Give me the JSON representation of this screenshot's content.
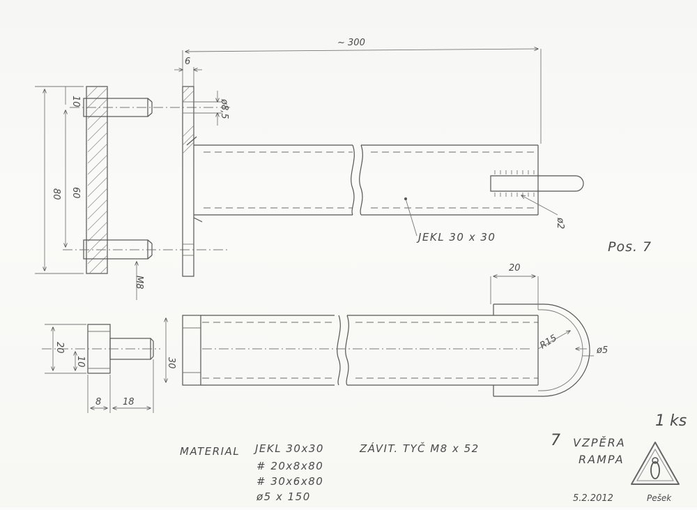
{
  "drawing": {
    "dimensions": {
      "overall_length": "~ 300",
      "plate_thickness": "6",
      "plate_height": "80",
      "bolt_spacing": "60",
      "edge_distance": "10",
      "hole_diameter": "ø8,5",
      "thread": "M8",
      "tube_side": "30",
      "pin_diameter": "ø2",
      "plate_width": "20",
      "half_width": "10",
      "plate_depth": "8",
      "bolt_length": "18",
      "hook_width": "20",
      "bend_radius": "R15",
      "rod_diameter": "ø5"
    },
    "labels": {
      "tube": "JEKL 30 x 30",
      "position": "Pos. 7"
    },
    "notes": {
      "material_label": "MATERIAL",
      "material_tube": "JEKL 30x30",
      "threaded_rod": "ZÁVIT. TYČ M8 x 52",
      "flat_bar_1": "# 20x8x80",
      "flat_bar_2": "# 30x6x80",
      "round_bar": "ø5 x 150"
    },
    "title_block": {
      "number": "7",
      "title_line1": "VZPĚRA",
      "title_line2": "RAMPA",
      "quantity": "1 ks",
      "date": "5.2.2012",
      "signature": "Pešek"
    }
  }
}
